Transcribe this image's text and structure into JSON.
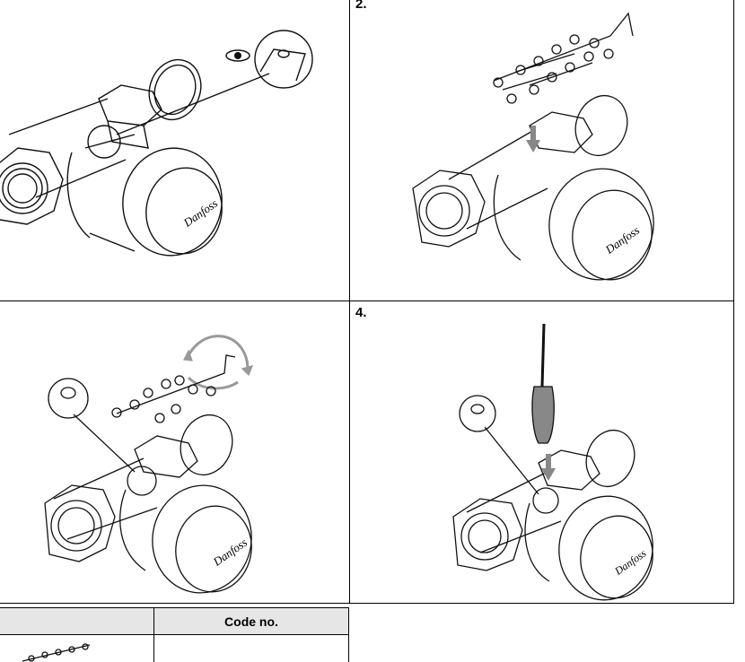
{
  "steps": [
    {
      "label": "",
      "icon": "eye-icon"
    },
    {
      "label": "2."
    },
    {
      "label": ""
    },
    {
      "label": "4."
    }
  ],
  "brand": "Danfoss",
  "table": {
    "headers": [
      "",
      "Code no."
    ],
    "rows": [
      [
        "",
        ""
      ]
    ]
  }
}
